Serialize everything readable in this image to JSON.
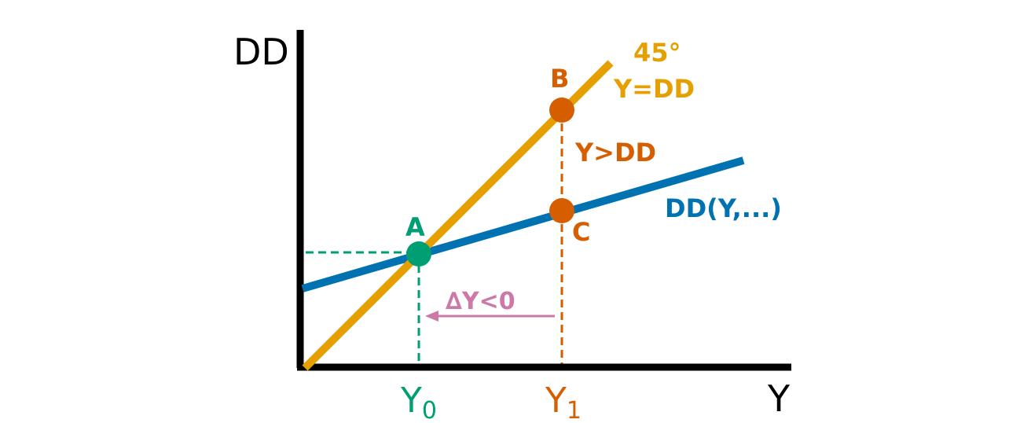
{
  "axes": {
    "y_label": "DD",
    "x_label": "Y"
  },
  "lines": {
    "line_45": {
      "label_top": "45°",
      "label_bottom": "Y=DD",
      "color": "#E69F00"
    },
    "demand": {
      "label": "DD(Y,...)",
      "color": "#0072B2"
    }
  },
  "points": {
    "A": {
      "label": "A",
      "color": "#009E73"
    },
    "B": {
      "label": "B",
      "color": "#D55E00"
    },
    "C": {
      "label": "C",
      "color": "#D55E00"
    }
  },
  "ticks": {
    "y0": {
      "base": "Y",
      "sub": "0",
      "color": "#009E73"
    },
    "y1": {
      "base": "Y",
      "sub": "1",
      "color": "#D55E00"
    }
  },
  "annotations": {
    "excess": {
      "text": "Y>DD",
      "color": "#D55E00"
    },
    "delta": {
      "text": "∆Y<0",
      "color": "#CC79A7"
    }
  },
  "colors": {
    "axis": "#000000"
  }
}
